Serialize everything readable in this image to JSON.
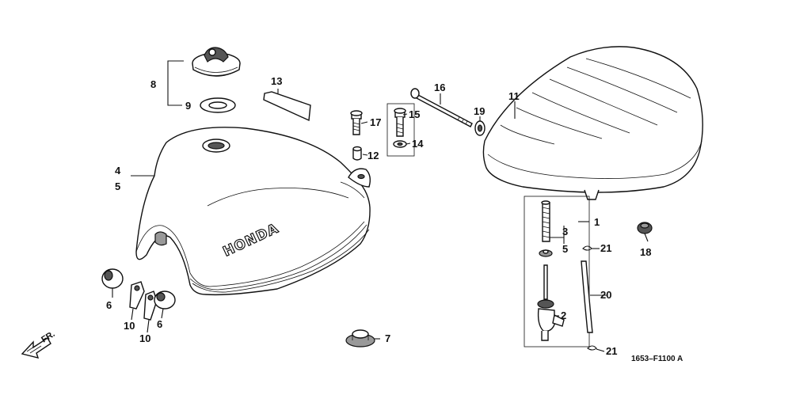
{
  "callouts": {
    "n1": "1",
    "n2": "2",
    "n3": "3",
    "n4": "4",
    "n5a": "5",
    "n5b": "5",
    "n6a": "6",
    "n6b": "6",
    "n7": "7",
    "n8": "8",
    "n9": "9",
    "n10a": "10",
    "n10b": "10",
    "n11": "11",
    "n12": "12",
    "n13": "13",
    "n14": "14",
    "n15": "15",
    "n16": "16",
    "n17": "17",
    "n18": "18",
    "n19": "19",
    "n20": "20",
    "n21a": "21",
    "n21b": "21"
  },
  "tank_logo": "HONDA",
  "direction_label": "FR.",
  "diagram_code": "1653–F1100 A"
}
